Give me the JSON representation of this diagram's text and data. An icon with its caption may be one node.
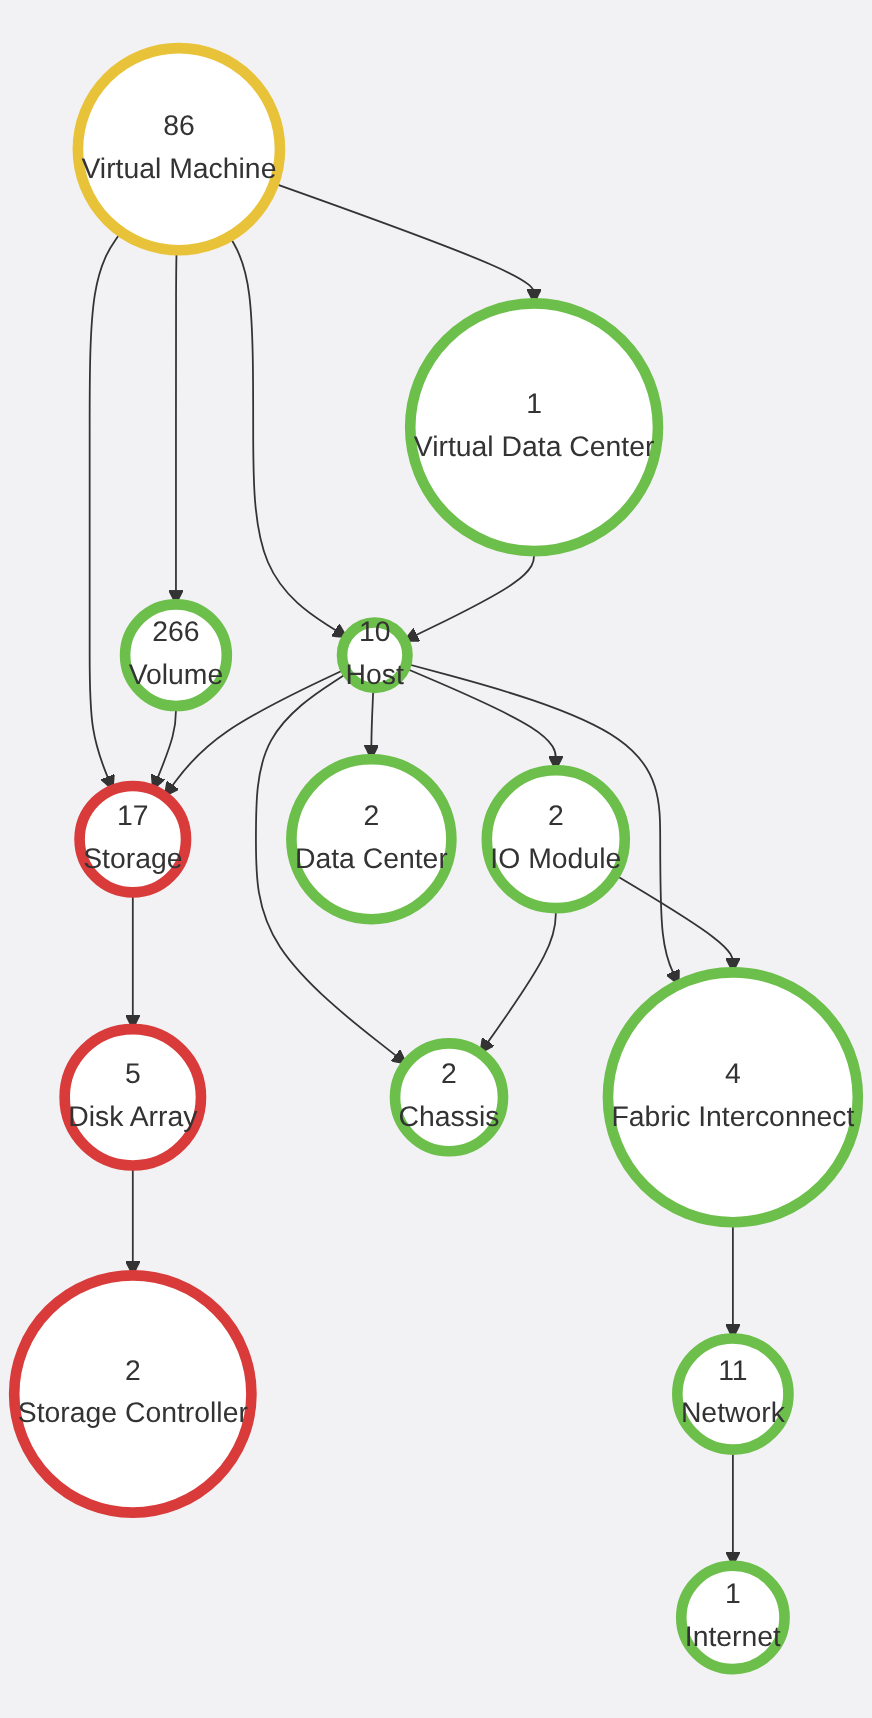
{
  "diagram": {
    "nodes": [
      {
        "text": [
          "86",
          "Virtual Machine"
        ]
      },
      {
        "text": [
          "266",
          "Volume"
        ]
      },
      {
        "text": [
          "1",
          "Virtual Data Center"
        ]
      },
      {
        "text": [
          "17",
          "Storage"
        ]
      },
      {
        "text": [
          "10",
          "Host"
        ]
      },
      {
        "text": [
          "2",
          "IO Module"
        ]
      },
      {
        "text": [
          "5",
          "Disk Array"
        ]
      },
      {
        "text": [
          "2",
          "Chassis"
        ]
      },
      {
        "text": [
          "4",
          "Fabric Interconnect"
        ]
      },
      {
        "text": [
          "2",
          "Storage Controller"
        ]
      },
      {
        "text": [
          "2",
          "Data Center"
        ]
      },
      {
        "text": [
          "11",
          "Network"
        ]
      },
      {
        "text": [
          "1",
          "Internet"
        ]
      }
    ],
    "edges": [
      {
        "from": 0,
        "to": 1,
        "arrow": "to"
      },
      {
        "from": 0,
        "to": 3,
        "arrow": "to"
      },
      {
        "from": 0,
        "to": 2,
        "arrow": "to"
      },
      {
        "from": 0,
        "to": 4,
        "arrow": "to"
      },
      {
        "from": 1,
        "to": 3,
        "arrow": "to"
      },
      {
        "from": 2,
        "to": 4,
        "arrow": "to"
      },
      {
        "from": 4,
        "to": 3,
        "arrow": "to"
      },
      {
        "from": 4,
        "to": 5,
        "arrow": "to"
      },
      {
        "from": 3,
        "to": 6,
        "arrow": "to"
      },
      {
        "from": 4,
        "to": 7,
        "arrow": "to"
      },
      {
        "from": 4,
        "to": 8,
        "arrow": "to"
      },
      {
        "from": 4,
        "to": 10,
        "arrow": "to"
      },
      {
        "from": 5,
        "to": 7,
        "arrow": "to"
      },
      {
        "from": 5,
        "to": 8,
        "arrow": "to"
      },
      {
        "from": 6,
        "to": 9,
        "arrow": "to"
      },
      {
        "from": 8,
        "to": 11,
        "arrow": "to"
      },
      {
        "from": 11,
        "to": 12,
        "arrow": "to"
      }
    ]
  }
}
